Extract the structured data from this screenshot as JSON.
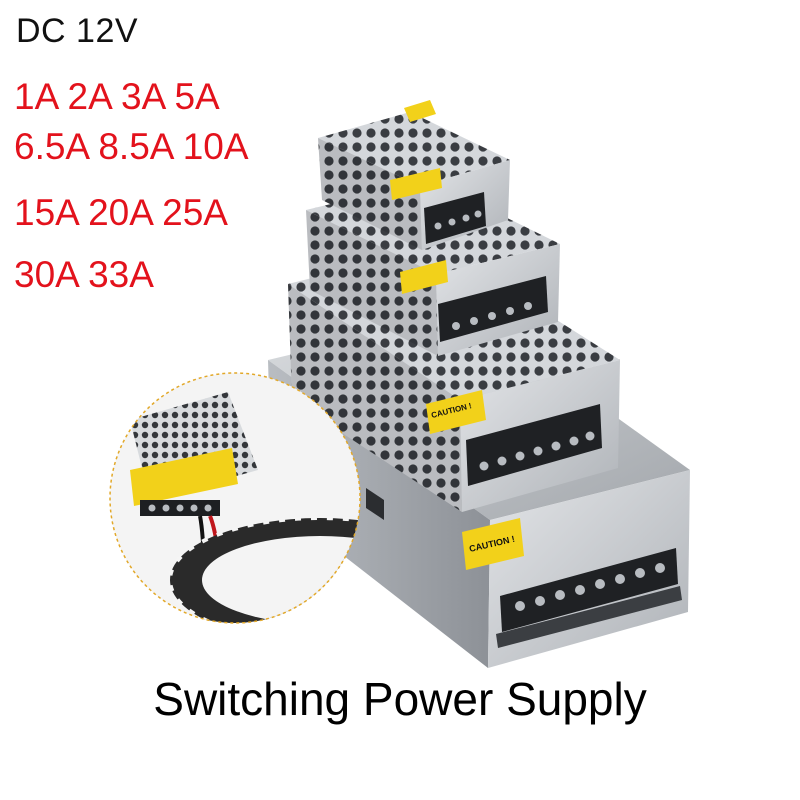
{
  "voltage": "DC 12V",
  "amp_lines": [
    "1A 2A 3A 5A",
    "6.5A 8.5A 10A",
    "15A 20A 25A",
    "30A 33A"
  ],
  "caption": "Switching Power Supply",
  "label_text": "CAUTION !",
  "colors": {
    "accent_red": "#e3121c",
    "warning_yellow": "#f2d11a",
    "metal": "#c9ccd0",
    "terminal": "#222222"
  }
}
